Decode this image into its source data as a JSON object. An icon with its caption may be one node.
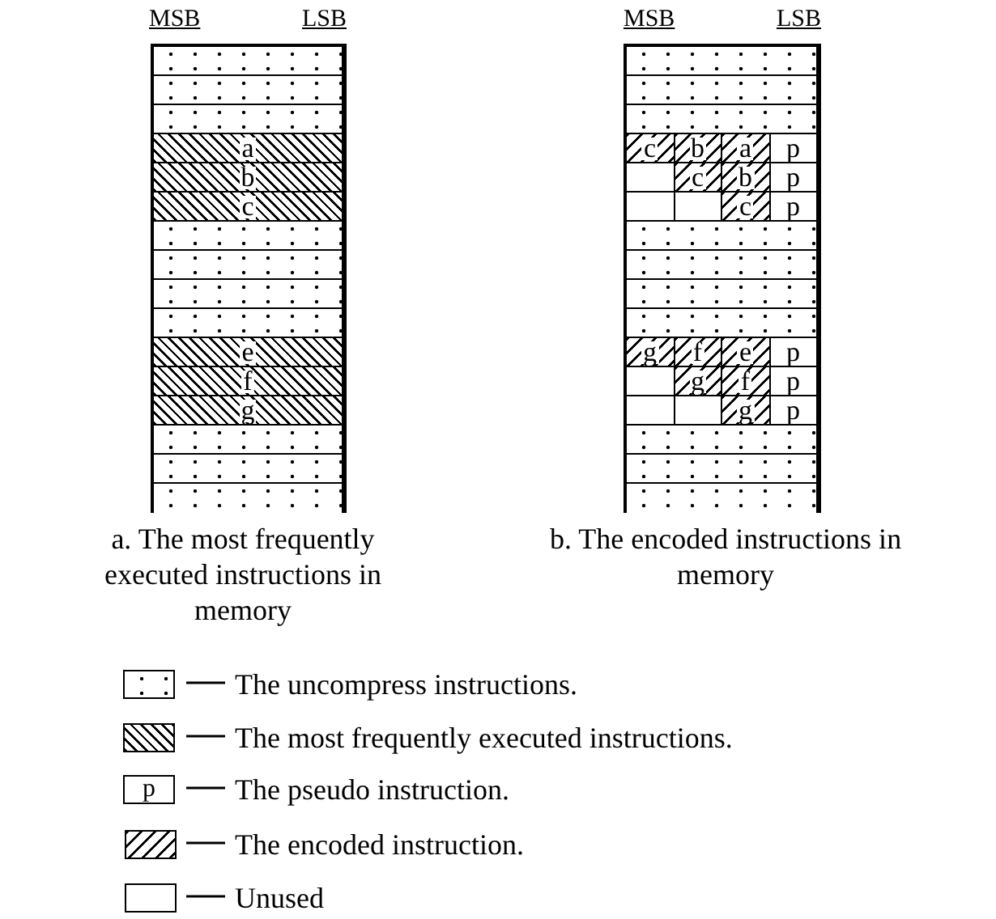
{
  "diagram": {
    "nodes": [
      {
        "text": [],
        "shape": "box"
      },
      {
        "text": [],
        "shape": "bar",
        "in": 0
      },
      {
        "text": [],
        "shape": "bar",
        "in": 0
      },
      {
        "text": [],
        "shape": "bar",
        "in": 0
      },
      {
        "text": [
          "a"
        ],
        "in": 0
      },
      {
        "text": [
          "b"
        ],
        "in": 0
      },
      {
        "text": [
          "c"
        ],
        "in": 0
      },
      {
        "text": [],
        "shape": "bar",
        "in": 0
      },
      {
        "text": [],
        "shape": "bar",
        "in": 0
      },
      {
        "text": [],
        "shape": "bar",
        "in": 0
      },
      {
        "text": [],
        "shape": "bar",
        "in": 0
      },
      {
        "text": [
          "e"
        ],
        "in": 0
      },
      {
        "text": [
          "f"
        ],
        "in": 0
      },
      {
        "text": [
          "g"
        ],
        "in": 0
      },
      {
        "text": [],
        "shape": "bar",
        "in": 0
      },
      {
        "text": [],
        "shape": "bar",
        "in": 0
      },
      {
        "text": [],
        "shape": "bar",
        "in": 0
      },
      {
        "text": [],
        "shape": "box"
      },
      {
        "text": [],
        "shape": "bar",
        "in": 17
      },
      {
        "text": [],
        "shape": "bar",
        "in": 17
      },
      {
        "text": [],
        "shape": "bar",
        "in": 17
      },
      {
        "text": [
          "c"
        ],
        "in": 17
      },
      {
        "text": [
          "b"
        ],
        "in": 17
      },
      {
        "text": [
          "a"
        ],
        "in": 17
      },
      {
        "text": [
          "p"
        ],
        "in": 17
      },
      {
        "text": [],
        "shape": "box",
        "in": 17
      },
      {
        "text": [
          "c"
        ],
        "in": 17
      },
      {
        "text": [
          "b"
        ],
        "in": 17
      },
      {
        "text": [
          "p"
        ],
        "in": 17
      },
      {
        "text": [],
        "shape": "box",
        "in": 17
      },
      {
        "text": [],
        "shape": "box",
        "in": 17
      },
      {
        "text": [
          "c"
        ],
        "in": 17
      },
      {
        "text": [
          "p"
        ],
        "in": 17
      },
      {
        "text": [],
        "shape": "bar",
        "in": 17
      },
      {
        "text": [],
        "shape": "bar",
        "in": 17
      },
      {
        "text": [],
        "shape": "bar",
        "in": 17
      },
      {
        "text": [],
        "shape": "bar",
        "in": 17
      },
      {
        "text": [
          "g"
        ],
        "in": 17
      },
      {
        "text": [
          "f"
        ],
        "in": 17
      },
      {
        "text": [
          "e"
        ],
        "in": 17
      },
      {
        "text": [
          "p"
        ],
        "in": 17
      },
      {
        "text": [],
        "shape": "box",
        "in": 17
      },
      {
        "text": [
          "g"
        ],
        "in": 17
      },
      {
        "text": [
          "f"
        ],
        "in": 17
      },
      {
        "text": [
          "p"
        ],
        "in": 17
      },
      {
        "text": [],
        "shape": "box",
        "in": 17
      },
      {
        "text": [],
        "shape": "box",
        "in": 17
      },
      {
        "text": [
          "g"
        ],
        "in": 17
      },
      {
        "text": [
          "p"
        ],
        "in": 17
      },
      {
        "text": [],
        "shape": "bar",
        "in": 17
      },
      {
        "text": [],
        "shape": "bar",
        "in": 17
      },
      {
        "text": [],
        "shape": "bar",
        "in": 17
      }
    ],
    "labels": [
      "MSB",
      "LSB",
      "MSB",
      "LSB",
      "a. The most frequently executed instructions in memory",
      "b. The encoded instructions in memory",
      "p"
    ],
    "legend": [
      {
        "text": "The uncompress instructions."
      },
      {
        "text": "The most frequently executed instructions."
      },
      {
        "text": "The pseudo instruction."
      },
      {
        "text": "The encoded instruction."
      },
      {
        "text": "Unused"
      }
    ]
  }
}
